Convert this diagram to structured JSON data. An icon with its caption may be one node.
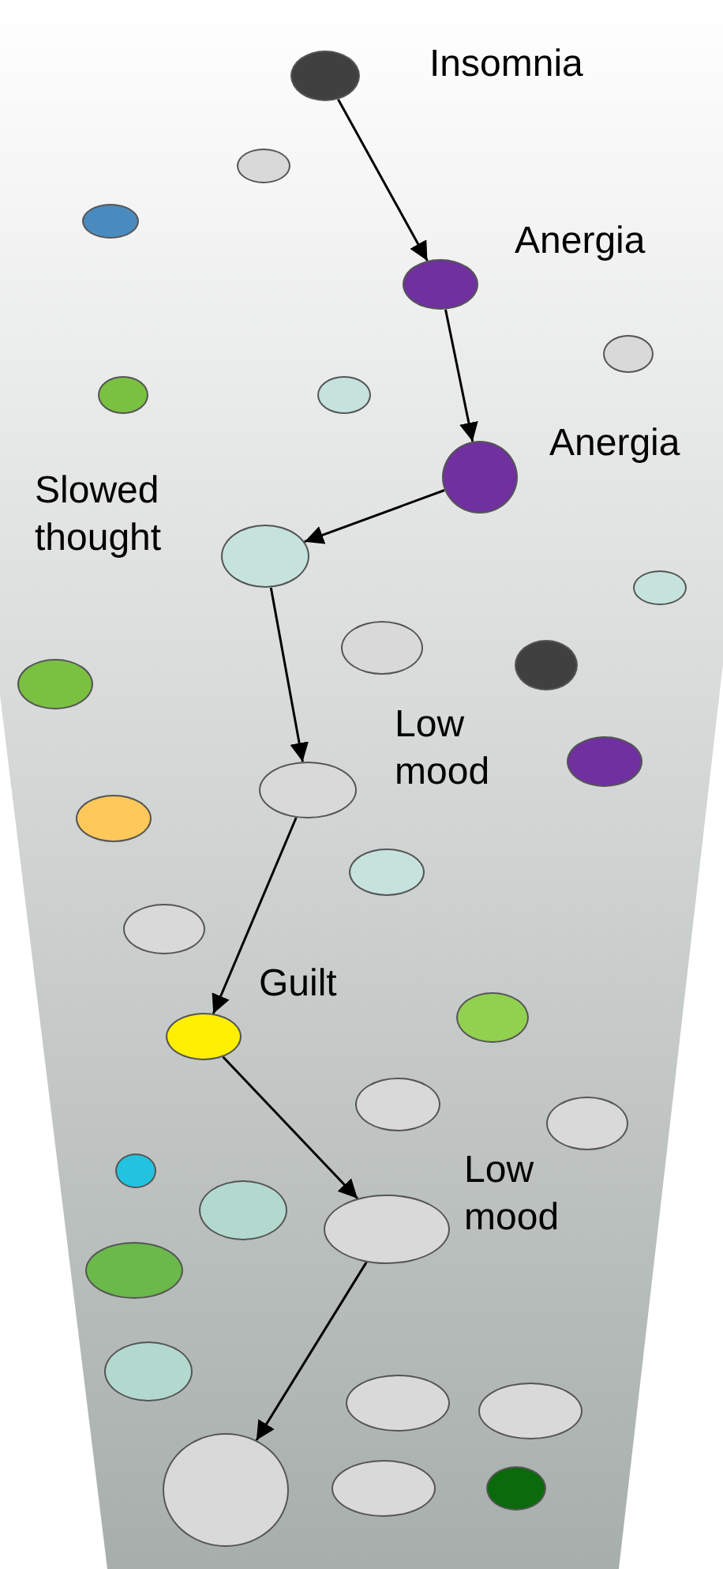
{
  "diagram": {
    "nodes": [
      {
        "text": [],
        "shape": "ellipse",
        "beside": [
          "Insomnia"
        ]
      },
      {
        "text": [],
        "shape": "ellipse"
      },
      {
        "text": [],
        "shape": "ellipse"
      },
      {
        "text": [],
        "shape": "ellipse",
        "beside": [
          "Anergia"
        ]
      },
      {
        "text": [],
        "shape": "ellipse"
      },
      {
        "text": [],
        "shape": "ellipse"
      },
      {
        "text": [],
        "shape": "ellipse"
      },
      {
        "text": [],
        "shape": "ellipse",
        "beside": [
          "Anergia"
        ]
      },
      {
        "text": [],
        "shape": "ellipse",
        "beside": [
          "Slowed thought"
        ]
      },
      {
        "text": [],
        "shape": "ellipse"
      },
      {
        "text": [],
        "shape": "ellipse"
      },
      {
        "text": [],
        "shape": "ellipse"
      },
      {
        "text": [],
        "shape": "ellipse"
      },
      {
        "text": [],
        "shape": "ellipse"
      },
      {
        "text": [],
        "shape": "ellipse",
        "beside": [
          "Low mood"
        ]
      },
      {
        "text": [],
        "shape": "ellipse"
      },
      {
        "text": [],
        "shape": "ellipse"
      },
      {
        "text": [],
        "shape": "ellipse"
      },
      {
        "text": [],
        "shape": "ellipse",
        "beside": [
          "Guilt"
        ]
      },
      {
        "text": [],
        "shape": "ellipse"
      },
      {
        "text": [],
        "shape": "ellipse"
      },
      {
        "text": [],
        "shape": "ellipse"
      },
      {
        "text": [],
        "shape": "ellipse"
      },
      {
        "text": [],
        "shape": "ellipse"
      },
      {
        "text": [],
        "shape": "ellipse",
        "beside": [
          "Low mood"
        ]
      },
      {
        "text": [],
        "shape": "ellipse"
      },
      {
        "text": [],
        "shape": "ellipse"
      },
      {
        "text": [],
        "shape": "ellipse"
      },
      {
        "text": [],
        "shape": "ellipse"
      },
      {
        "text": [],
        "shape": "ellipse"
      },
      {
        "text": [],
        "shape": "ellipse"
      },
      {
        "text": [],
        "shape": "ellipse"
      }
    ],
    "edges": [
      {
        "from": 0,
        "to": 3,
        "arrow": "to"
      },
      {
        "from": 3,
        "to": 7,
        "arrow": "to"
      },
      {
        "from": 7,
        "to": 8,
        "arrow": "to"
      },
      {
        "from": 8,
        "to": 14,
        "arrow": "to"
      },
      {
        "from": 14,
        "to": 18,
        "arrow": "to"
      },
      {
        "from": 18,
        "to": 24,
        "arrow": "to"
      },
      {
        "from": 24,
        "to": 29,
        "arrow": "to"
      }
    ]
  }
}
